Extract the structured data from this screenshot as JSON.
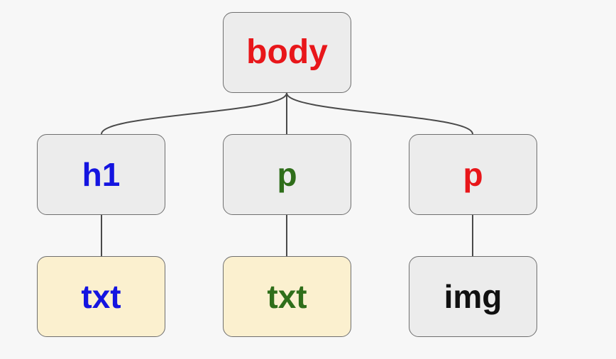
{
  "nodes": {
    "body": {
      "label": "body",
      "color": "#e8161a",
      "fill": "gray"
    },
    "h1": {
      "label": "h1",
      "color": "#1414e0",
      "fill": "gray"
    },
    "p1": {
      "label": "p",
      "color": "#2f6e1a",
      "fill": "gray"
    },
    "p2": {
      "label": "p",
      "color": "#e8161a",
      "fill": "gray"
    },
    "txt1": {
      "label": "txt",
      "color": "#1414e0",
      "fill": "cream"
    },
    "txt2": {
      "label": "txt",
      "color": "#2f6e1a",
      "fill": "cream"
    },
    "img": {
      "label": "img",
      "color": "#111111",
      "fill": "gray"
    }
  },
  "edges": [
    {
      "from": "body",
      "to": "h1"
    },
    {
      "from": "body",
      "to": "p1"
    },
    {
      "from": "body",
      "to": "p2"
    },
    {
      "from": "h1",
      "to": "txt1"
    },
    {
      "from": "p1",
      "to": "txt2"
    },
    {
      "from": "p2",
      "to": "img"
    }
  ],
  "colors": {
    "node_fill_gray": "#ececec",
    "node_fill_cream": "#fbf0cf",
    "connector": "#4a4a4a"
  }
}
